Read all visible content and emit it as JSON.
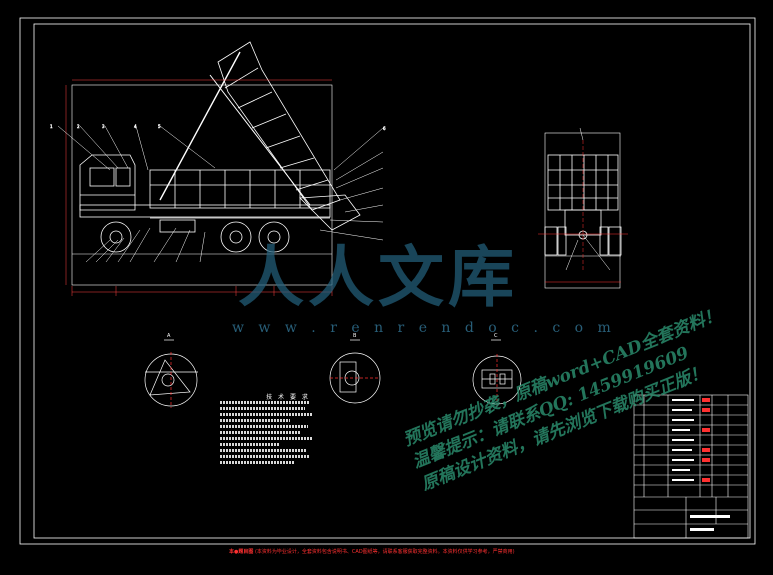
{
  "watermark": {
    "logo_text": "人人文库",
    "url": "w w w . r e n r e n d o c . c o m",
    "line1": "预览请勿抄袭，原稿word+CAD全套资料！",
    "line2": "温馨提示：请联系QQ: 1459919609",
    "line3": "原稿设计资料，请先浏览下载购买正版！"
  },
  "notes": {
    "tech_title": "技 术 要 求",
    "bottom_label": "本●题目图",
    "bottom_text": "(本资料为毕业设计，全套资料包含说明书、CAD图纸等，请联系客服获取完整资料。本资料仅供学习参考，严禁商用)"
  },
  "colors": {
    "border": "#ffffff",
    "line": "#ffffff",
    "dimension": "#ff4040",
    "centerline": "#ff3030",
    "leader": "#ffffff"
  }
}
